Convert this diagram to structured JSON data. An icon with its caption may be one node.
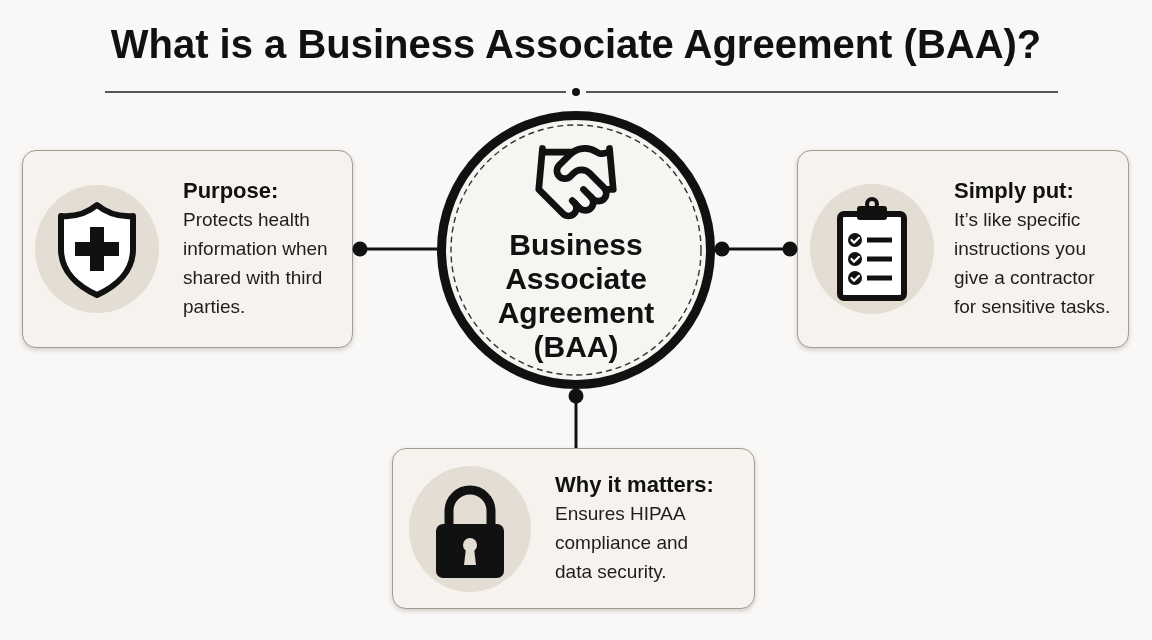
{
  "diagram": {
    "title": "What is a Business Associate Agreement (BAA)?",
    "nodes": [
      {
        "text": [
          "Purpose:",
          "Protects health information when shared with third parties."
        ]
      },
      {
        "text": [
          "Business Associate Agreement (BAA)"
        ]
      },
      {
        "text": [
          "Simply put:",
          "It’s like specific instructions you give a contractor for sensitive tasks."
        ]
      },
      {
        "text": [
          "Why it matters:",
          "Ensures HIPAA compliance and data security."
        ]
      }
    ],
    "edges": [
      {
        "from": 1,
        "to": 0,
        "arrow": "other"
      },
      {
        "from": 1,
        "to": 2,
        "arrow": "other"
      },
      {
        "from": 3,
        "to": 1,
        "arrow": "other"
      }
    ]
  }
}
